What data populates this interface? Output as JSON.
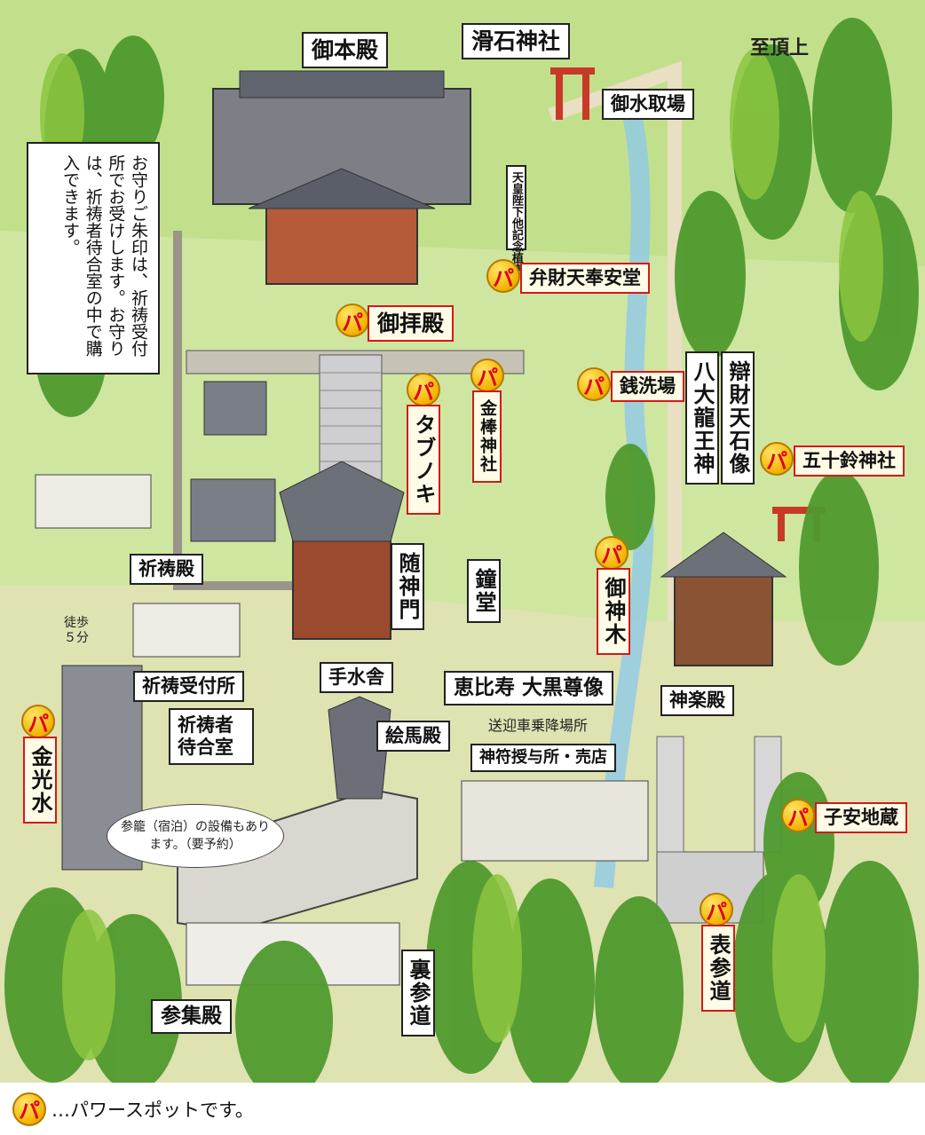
{
  "colors": {
    "grass": "#cfe6a0",
    "forest": "#4f9a2e",
    "power_border": "#d21a1a",
    "power_badge": "#f2b300",
    "water": "#8fc9e8"
  },
  "power_mark": "パ",
  "labels": {
    "gohonden": "御本殿",
    "nameishi": "滑石神社",
    "choujou": "至頂上",
    "omizutori": "御水取場",
    "kinenjuki": "天皇陛下他記念植樹",
    "benzaiten": "弁財天奉安堂",
    "gohaiden": "御拝殿",
    "zeniarai": "銭洗場",
    "kanabou": "金棒神社",
    "tabunoki": "タブノキ",
    "benzaiten_sekizo": "辯財天石像",
    "hachidai": "八大龍王神",
    "isuzu": "五十鈴神社",
    "kitouden": "祈祷殿",
    "zuishinmon": "随神門",
    "shoudou": "鐘堂",
    "goshinboku": "御神木",
    "kitou_uketsuke": "祈祷受付所",
    "chouzuya": "手水舎",
    "ebisu": "恵比寿 大黒尊像",
    "kagura": "神楽殿",
    "sougei": "送迎車乗降場所",
    "kitousha": "祈祷者待合室",
    "emaden": "絵馬殿",
    "shinpu": "神符授与所・売店",
    "konkousui": "金光水",
    "koyasu": "子安地蔵",
    "omotesandou": "表参道",
    "urasandou": "裏参道",
    "sanshuden": "参集殿",
    "walk": "徒歩５分"
  },
  "notice": "お守りご朱印は、祈祷受付所でお受けします。お守りは、祈祷者待合室の中で購入できます。",
  "bubble": "参籠（宿泊）の設備もあります。（要予約）",
  "legend": "…パワースポットです。"
}
